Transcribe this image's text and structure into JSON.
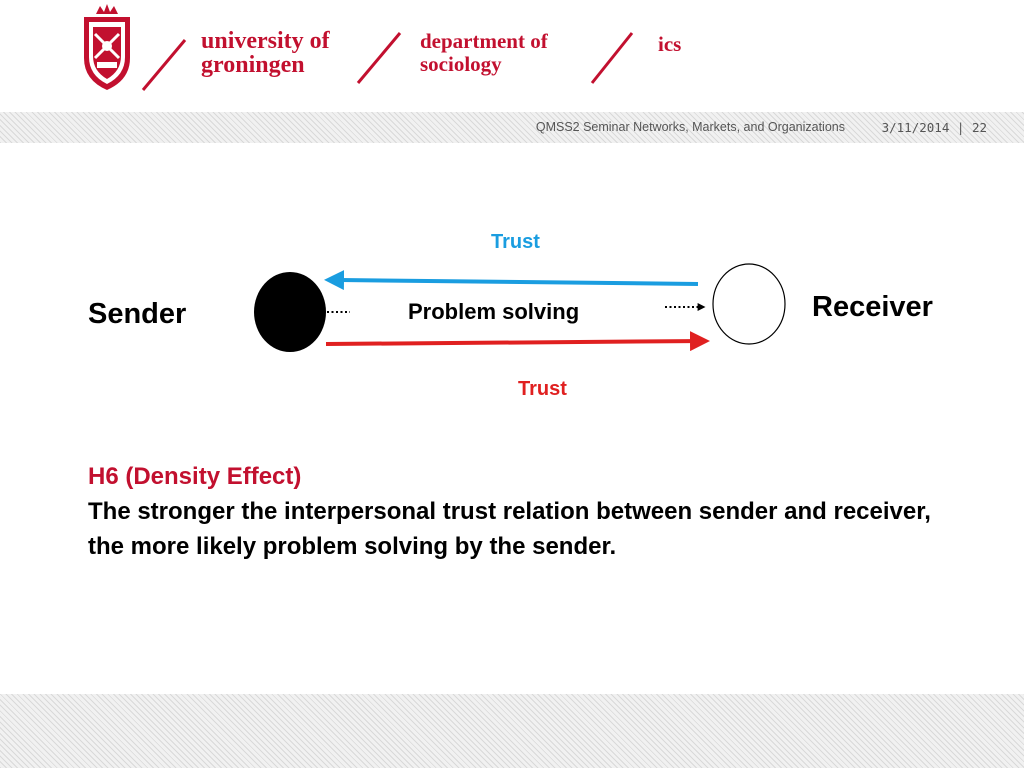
{
  "header": {
    "university_line1": "university of",
    "university_line2": "groningen",
    "department_line1": "department of",
    "department_line2": "sociology",
    "institute": "ics",
    "course_title": "QMSS2 Seminar Networks, Markets, and Organizations",
    "date": "3/11/2014",
    "separator": "|",
    "page_number": "22",
    "brand_color": "#c2102f"
  },
  "diagram": {
    "sender_label": "Sender",
    "receiver_label": "Receiver",
    "middle_label": "Problem solving",
    "top_arrow_label": "Trust",
    "bottom_arrow_label": "Trust",
    "top_arrow_color": "#1a9de0",
    "bottom_arrow_color": "#e02020"
  },
  "hypothesis": {
    "title": "H6 (Density Effect)",
    "text": "The stronger the interpersonal trust relation between sender and receiver, the more likely problem solving by the sender."
  }
}
